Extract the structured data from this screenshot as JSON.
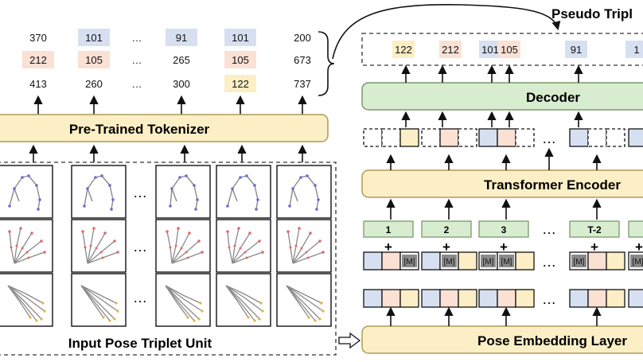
{
  "colors": {
    "yellow_fill": "#fcefc6",
    "yellow_stroke": "#b09a55",
    "green_fill": "#d8ecd0",
    "green_stroke": "#7a9a6a",
    "blue_cell": "#d7e0f1",
    "pink_cell": "#fbe1d4",
    "yellow_cell": "#fcefc6",
    "mask_gray": "#8a8a8a",
    "joint_blue": "#6a6ad8",
    "joint_red": "#e06a6a",
    "joint_yellow": "#d8b84a"
  },
  "tokenizer": {
    "label": "Pre-Trained Tokenizer",
    "columns": [
      {
        "top": "370",
        "mid": "212",
        "bottom": "413",
        "top_hl": "",
        "mid_hl": "pink",
        "bottom_hl": ""
      },
      {
        "top": "101",
        "mid": "105",
        "bottom": "260",
        "top_hl": "blue",
        "mid_hl": "pink",
        "bottom_hl": ""
      },
      {
        "top": "…",
        "mid": "…",
        "bottom": "…",
        "top_hl": "",
        "mid_hl": "",
        "bottom_hl": ""
      },
      {
        "top": "91",
        "mid": "265",
        "bottom": "300",
        "top_hl": "blue",
        "mid_hl": "",
        "bottom_hl": ""
      },
      {
        "top": "101",
        "mid": "105",
        "bottom": "122",
        "top_hl": "blue",
        "mid_hl": "pink",
        "bottom_hl": "yellow"
      },
      {
        "top": "200",
        "mid": "673",
        "bottom": "737",
        "top_hl": "",
        "mid_hl": "",
        "bottom_hl": ""
      }
    ]
  },
  "input_unit": {
    "label": "Input Pose Triplet Unit",
    "ellipsis": "…"
  },
  "pseudo": {
    "title": "Pseudo Tripl",
    "tokens": [
      {
        "text": "122",
        "hl": "yellow"
      },
      {
        "text": "212",
        "hl": "pink"
      },
      {
        "text": "101",
        "hl": "blue"
      },
      {
        "text": "105",
        "hl": "pink"
      },
      {
        "text": "91",
        "hl": "blue"
      },
      {
        "text": "1",
        "hl": "blue"
      }
    ]
  },
  "decoder": {
    "label": "Decoder"
  },
  "encoder": {
    "label": "Transformer Encoder"
  },
  "embedding": {
    "label": "Pose Embedding Layer"
  },
  "positions": {
    "labels": [
      "1",
      "2",
      "3",
      "…",
      "T-2"
    ],
    "plus": "+",
    "mask_token": "[M]"
  },
  "misc": {
    "ellipsis": "…"
  }
}
